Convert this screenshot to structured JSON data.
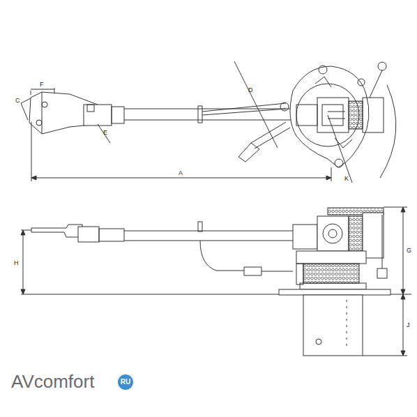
{
  "diagram": {
    "labels": [
      "F",
      "C",
      "E",
      "D",
      "A",
      "K",
      "H",
      "G",
      "J",
      "AVcomfort",
      "RU"
    ]
  }
}
